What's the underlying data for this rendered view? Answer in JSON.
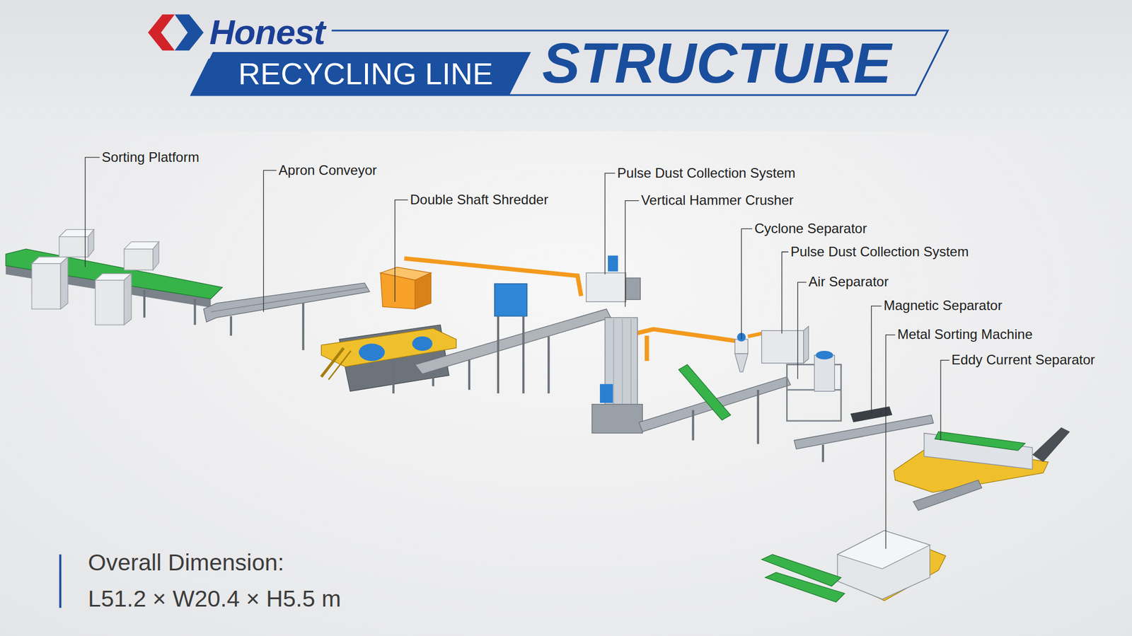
{
  "diagram": {
    "nodes": [
      {
        "text": [
          "STRUCTURE"
        ]
      },
      {
        "text": [
          "RECYCLING LINE"
        ],
        "in": 0
      }
    ],
    "labels": [
      "Honest",
      "Sorting Platform",
      "Apron Conveyor",
      "Double Shaft Shredder",
      "Pulse Dust Collection System",
      "Vertical Hammer Crusher",
      "Cyclone Separator",
      "Pulse Dust Collection System",
      "Air Separator",
      "Magnetic Separator",
      "Metal Sorting Machine",
      "Eddy Current Separator",
      "Overall Dimension:",
      "L51.2 × W20.4 × H5.5 m"
    ]
  }
}
